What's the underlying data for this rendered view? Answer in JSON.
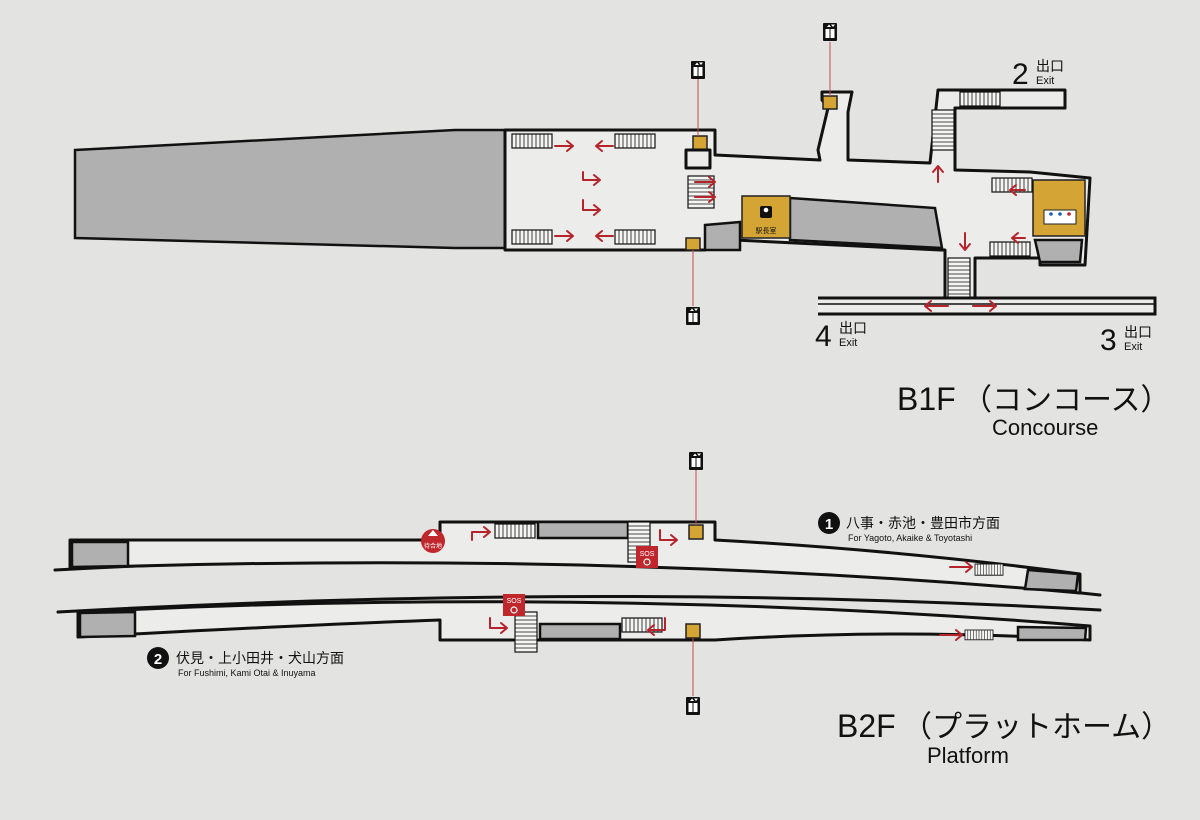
{
  "floors": {
    "b1f": {
      "code": "B1F",
      "jp": "（コンコース）",
      "en": "Concourse"
    },
    "b2f": {
      "code": "B2F",
      "jp": "（プラットホーム）",
      "en": "Platform"
    }
  },
  "exits": [
    {
      "number": "2",
      "jp": "出口",
      "en": "Exit"
    },
    {
      "number": "4",
      "jp": "出口",
      "en": "Exit"
    },
    {
      "number": "3",
      "jp": "出口",
      "en": "Exit"
    }
  ],
  "platforms": [
    {
      "number": "1",
      "jp": "八事・赤池・豊田市方面",
      "en": "For Yagoto, Akaike & Toyotashi"
    },
    {
      "number": "2",
      "jp": "伏見・上小田井・犬山方面",
      "en": "For Fushimi, Kami Otai & Inuyama"
    }
  ],
  "facilities": {
    "station_office": "駅長室",
    "sos": "SOS",
    "waiting_area": "待合地"
  },
  "colors": {
    "background": "#e3e3e1",
    "walls": "#111111",
    "restricted_area": "#b0b0b0",
    "facility": "#d4a534",
    "direction_arrows": "#b5242b",
    "sos": "#c0272d"
  },
  "icons": [
    "elevator-icon",
    "escalator-icon",
    "station-office-icon",
    "toilet-icon",
    "sos-phone-icon",
    "direction-arrow-icon"
  ]
}
